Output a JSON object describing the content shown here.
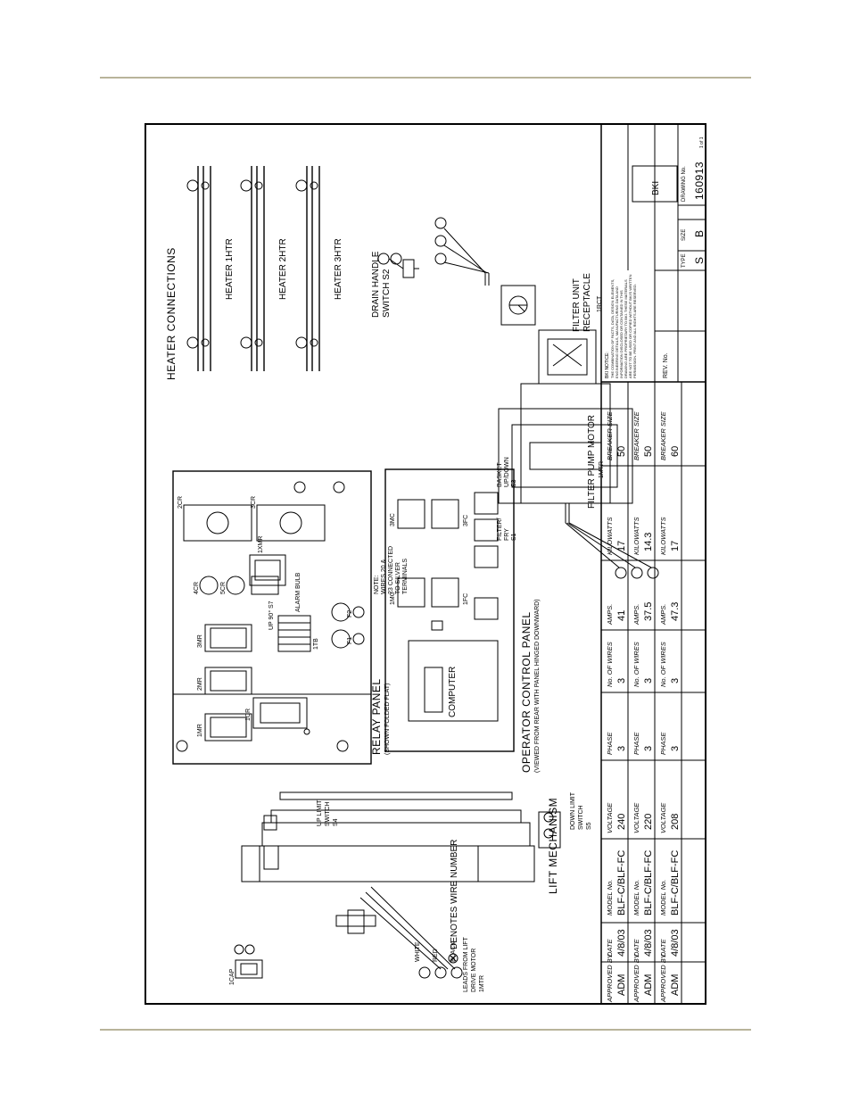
{
  "labels": {
    "heater_connections": "HEATER CONNECTIONS",
    "heater_1": "HEATER 1HTR",
    "heater_2": "HEATER 2HTR",
    "heater_3": "HEATER 3HTR",
    "drain_switch_1": "DRAIN HANDLE",
    "drain_switch_2": "SWITCH S2",
    "filter_receptacle_1": "FILTER UNIT",
    "filter_receptacle_2": "RECEPTACLE",
    "filter_receptacle_3": "1RCT",
    "pump_motor_1": "FILTER PUMP MOTOR",
    "pump_motor_2": "1MTR",
    "relay_panel_1": "RELAY PANEL",
    "relay_panel_2": "(SHOWN FOLDED FLAT)",
    "operator_panel_1": "OPERATOR CONTROL PANEL",
    "operator_panel_2": "(VIEWED FROM REAR WITH PANEL HINGED DOWNWARD)",
    "computer": "COMPUTER",
    "lift_mechanism": "LIFT MECHANISM",
    "up_limit_1": "UP LIMIT",
    "up_limit_2": "SWITCH",
    "up_limit_3": "S4",
    "down_limit_1": "DOWN LIMIT",
    "down_limit_2": "SWITCH",
    "down_limit_3": "S5",
    "cap": "1CAP",
    "wire_white": "WHITE",
    "wire_red": "RED",
    "wire_black": "BLACK",
    "leads_1": "LEADS FROM LIFT",
    "leads_2": "DRIVE MOTOR",
    "leads_3": "1MTR",
    "wire_number_legend": "DENOTES WIRE NUMBER",
    "notes_1": "NOTE:",
    "notes_2": "WIRES 20 &",
    "notes_3": "23 CONNECTED",
    "notes_4": "TO SILVER",
    "notes_5": "TERMINALS",
    "basket_switch_1": "BASKET",
    "basket_switch_2": "UP/DOWN",
    "basket_switch_3": "S3",
    "filter_switch_1": "FILTER/",
    "filter_switch_2": "FRY",
    "filter_switch_3": "S1",
    "cr2": "2CR",
    "cr3": "3CR",
    "cr4": "4CR",
    "cr5": "5CR",
    "cr1": "1CR",
    "xmr": "1XMR",
    "mr1": "1MR",
    "mr2": "2MR",
    "mr3": "3MR",
    "mc1": "1MC",
    "mc3": "3MC",
    "fc1": "1FC",
    "fc3": "3FC",
    "tb1": "1TB",
    "f1": "F1",
    "f2": "F2",
    "up_90": "UP 90°",
    "s7": "S7",
    "bulb": "ALARM BULB"
  },
  "ratings_table": {
    "headers": [
      "APPROVED BY",
      "DATE",
      "MODEL No.",
      "VOLTAGE",
      "PHASE",
      "No. OF WIRES",
      "AMPS.",
      "KILOWATTS",
      "BREAKER SIZE"
    ],
    "rows": [
      [
        "ADM",
        "4/8/03",
        "BLF-C/BLF-FC",
        "240",
        "3",
        "3",
        "41",
        "17",
        "50"
      ],
      [
        "ADM",
        "4/8/03",
        "BLF-C/BLF-FC",
        "220",
        "3",
        "3",
        "37.5",
        "14.3",
        "50"
      ],
      [
        "ADM",
        "4/8/03",
        "BLF-C/BLF-FC",
        "208",
        "3",
        "3",
        "47.3",
        "17",
        "60"
      ]
    ]
  },
  "title_block": {
    "notice_title": "BKI NOTICE:",
    "notice_text": "THE COMBINATION OF FACTS, DATA, DESIGN ELEMENTS, ENGINEERING DETAILS, MANUFACTURING DATA AND INFORMATION DISCLOSED OR CONTAINED IN THIS DRAWING ARE PROPRIETARY TO BKI. THESE MATERIALS ARE NOT TO BE USED OR COPIED WITHOUT BKI'S WRITTEN PERMISSION. PRINT AND ALL RIGHTS ARE RESERVED.",
    "rev_label": "REV. No.",
    "type_label": "TYPE",
    "size_label": "SIZE",
    "drawing_label": "DRAWING No.",
    "type_value": "S",
    "size_value": "B",
    "drawing_value": "160913",
    "sheet": "1 of 1",
    "logo_text": "BKI"
  }
}
